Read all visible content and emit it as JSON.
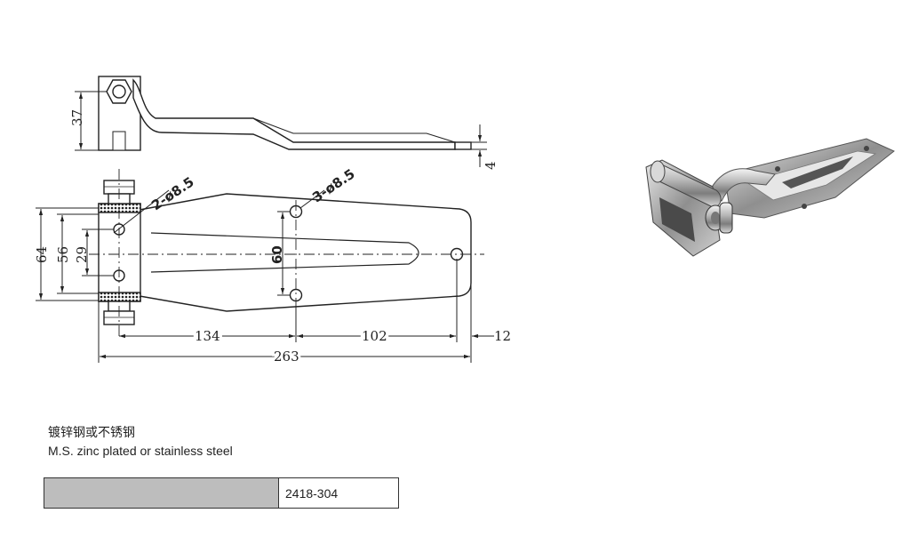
{
  "dimensions": {
    "height_37": "37",
    "thickness_4": "4",
    "height_64": "64",
    "height_56": "56",
    "height_29": "29",
    "hole_spacing_60": "60",
    "hinge_holes": "2-ø8.5",
    "plate_holes": "3-ø8.5",
    "len_134": "134",
    "len_102": "102",
    "len_12": "12",
    "len_263": "263"
  },
  "material": {
    "cn": "镀锌钢或不锈钢",
    "en": "M.S. zinc plated or stainless steel"
  },
  "code": "2418-304"
}
